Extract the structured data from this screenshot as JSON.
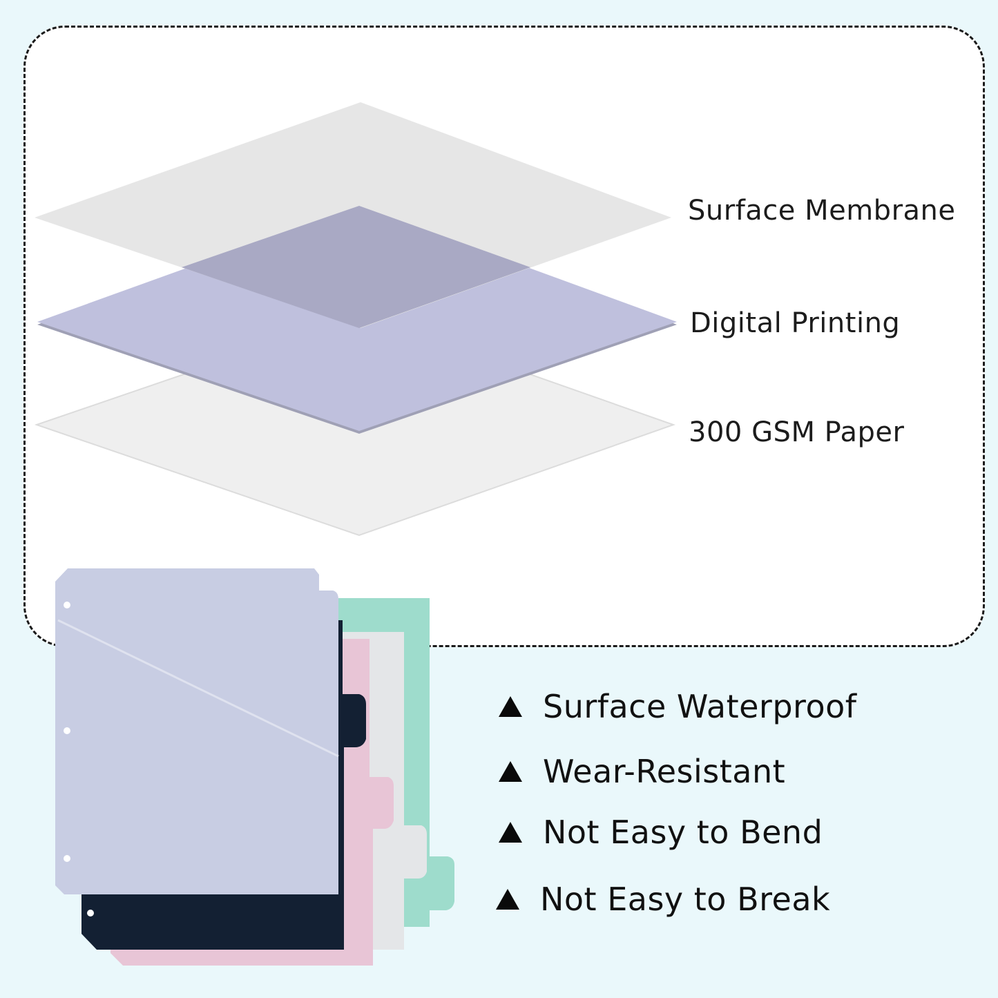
{
  "colors": {
    "background": "#eaf8fb",
    "membrane": "#e4e4e4",
    "printing": "#bfc0dd",
    "overlap": "#a9a9c4",
    "paper": "#efefef",
    "divider_lavender": "#c8cde3",
    "divider_navy": "#132033",
    "divider_pink": "#e8c5d6",
    "divider_gray": "#e4e6e8",
    "divider_mint": "#9edccc"
  },
  "layers": [
    {
      "label": "Surface Membrane"
    },
    {
      "label": "Digital Printing"
    },
    {
      "label": "300 GSM Paper"
    }
  ],
  "features": [
    {
      "label": "Surface Waterproof",
      "icon": "triangle-bullet-icon"
    },
    {
      "label": "Wear-Resistant",
      "icon": "triangle-bullet-icon"
    },
    {
      "label": "Not Easy to Bend",
      "icon": "triangle-bullet-icon"
    },
    {
      "label": "Not Easy to Break",
      "icon": "triangle-bullet-icon"
    }
  ]
}
